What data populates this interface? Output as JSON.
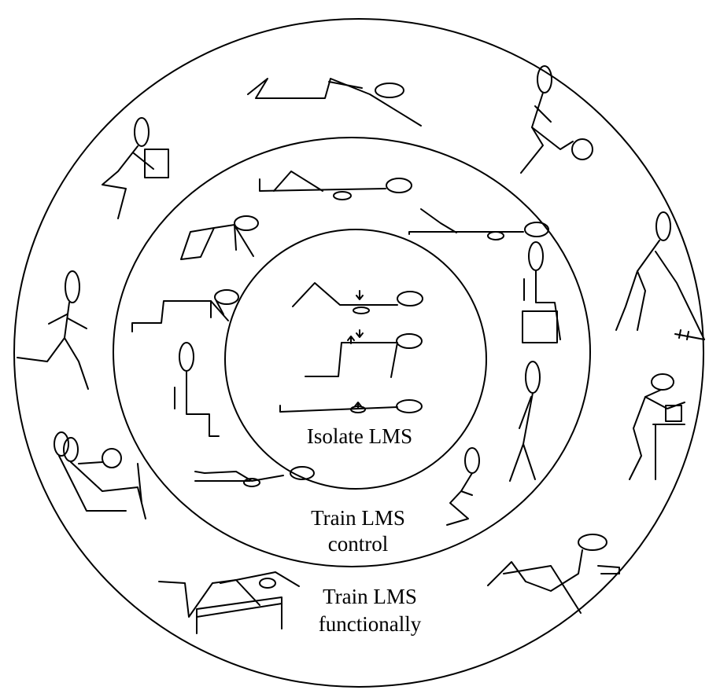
{
  "labels": {
    "inner": "Isolate LMS",
    "middle_line1": "Train LMS",
    "middle_line2": "control",
    "outer_line1": "Train LMS",
    "outer_line2": "functionally"
  }
}
